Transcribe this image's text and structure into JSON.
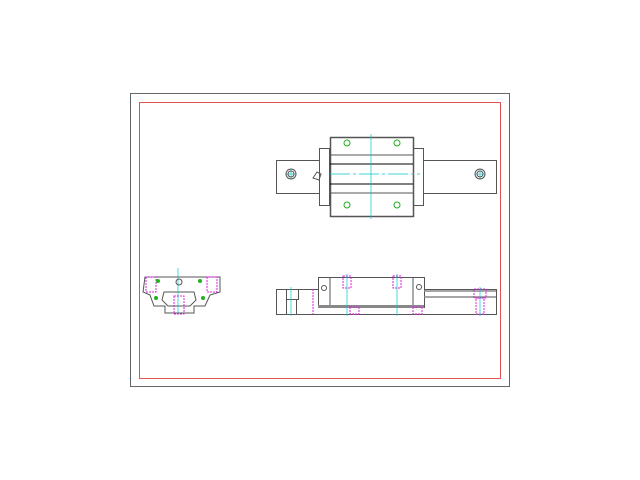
{
  "drawing": {
    "views": [
      "top-view",
      "front-view",
      "side-view"
    ],
    "colors": {
      "outline": "#555555",
      "frame": "#666666",
      "border": "#e05050",
      "centerline": "#00c8d0",
      "hidden": "#e020e0",
      "holes": "#20b020"
    }
  }
}
